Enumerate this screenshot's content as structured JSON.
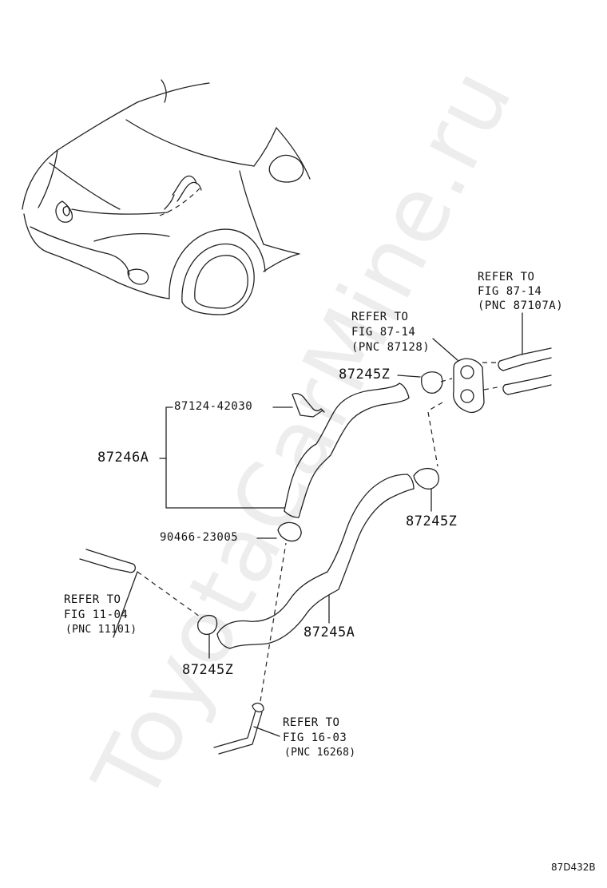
{
  "watermark": "ToyotaCarMine.ru",
  "diagram_code": "87D432B",
  "labels": {
    "refer_top_right": [
      "REFER TO",
      "FIG 87-14",
      "(PNC 87107A)"
    ],
    "refer_top_mid": [
      "REFER TO",
      "FIG 87-14",
      "(PNC 87128)"
    ],
    "part_87245z_top": "87245Z",
    "part_87124": "87124-42030",
    "part_87246a": "87246A",
    "part_87245z_right": "87245Z",
    "part_90466": "90466-23005",
    "refer_left": [
      "REFER TO",
      "FIG 11-04",
      "(PNC 11101)"
    ],
    "part_87245a": "87245A",
    "part_87245z_bottom": "87245Z",
    "refer_bottom": [
      "REFER TO",
      "FIG 16-03",
      "(PNC 16268)"
    ]
  }
}
